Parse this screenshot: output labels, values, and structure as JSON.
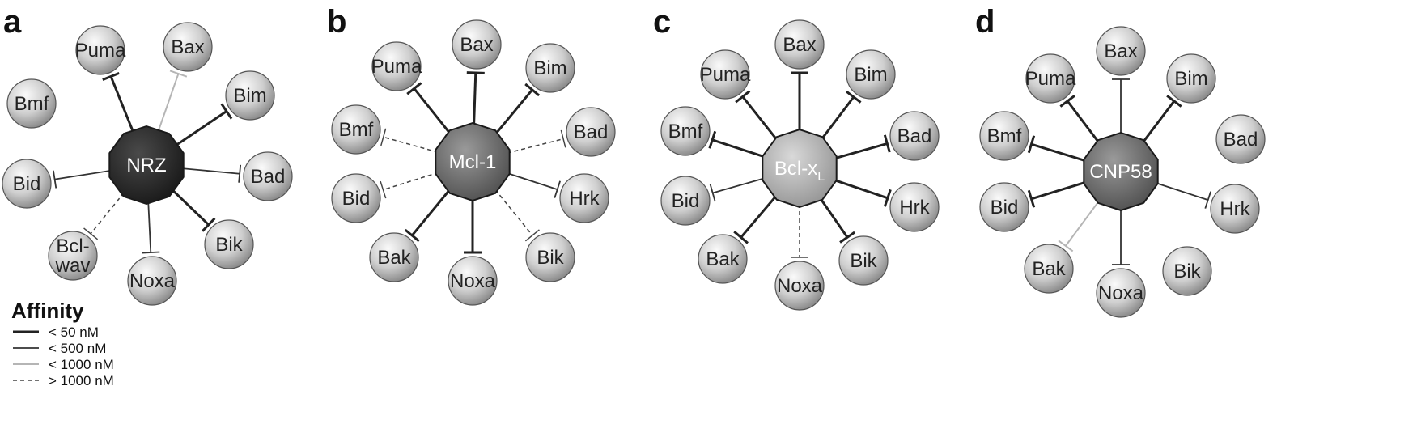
{
  "legend": {
    "title": "Affinity",
    "items": [
      {
        "style": "strong",
        "label": "< 50 nM"
      },
      {
        "style": "medium",
        "label": "< 500 nM"
      },
      {
        "style": "weak",
        "label": "< 1000 nM"
      },
      {
        "style": "dashed",
        "label": "> 1000 nM"
      }
    ]
  },
  "colors": {
    "strong": "#222222",
    "medium": "#333333",
    "weak": "#b5b5b5",
    "dashed": "#444444"
  },
  "panels": [
    {
      "label": "a",
      "hub": {
        "name": "NRZ",
        "sub": "",
        "shade": "dark"
      },
      "nodes": [
        {
          "name": "Puma",
          "link": "strong"
        },
        {
          "name": "Bax",
          "link": "weak"
        },
        {
          "name": "Bim",
          "link": "strong"
        },
        {
          "name": "Bad",
          "link": "medium"
        },
        {
          "name": "Bik",
          "link": "strong"
        },
        {
          "name": "Noxa",
          "link": "medium"
        },
        {
          "name": "Bcl-",
          "name2": "wav",
          "link": "dashed"
        },
        {
          "name": "Bid",
          "link": "medium"
        },
        {
          "name": "Bmf",
          "link": "none"
        }
      ]
    },
    {
      "label": "b",
      "hub": {
        "name": "Mcl-1",
        "sub": "",
        "shade": "mid"
      },
      "nodes": [
        {
          "name": "Bax",
          "link": "strong"
        },
        {
          "name": "Bim",
          "link": "strong"
        },
        {
          "name": "Bad",
          "link": "dashed"
        },
        {
          "name": "Hrk",
          "link": "medium"
        },
        {
          "name": "Bik",
          "link": "dashed"
        },
        {
          "name": "Noxa",
          "link": "strong"
        },
        {
          "name": "Bak",
          "link": "strong"
        },
        {
          "name": "Bid",
          "link": "dashed"
        },
        {
          "name": "Bmf",
          "link": "dashed"
        },
        {
          "name": "Puma",
          "link": "strong"
        }
      ]
    },
    {
      "label": "c",
      "hub": {
        "name": "Bcl-x",
        "sub": "L",
        "shade": "light"
      },
      "nodes": [
        {
          "name": "Bax",
          "link": "strong"
        },
        {
          "name": "Bim",
          "link": "strong"
        },
        {
          "name": "Bad",
          "link": "strong"
        },
        {
          "name": "Hrk",
          "link": "strong"
        },
        {
          "name": "Bik",
          "link": "strong"
        },
        {
          "name": "Noxa",
          "link": "dashed"
        },
        {
          "name": "Bak",
          "link": "strong"
        },
        {
          "name": "Bid",
          "link": "medium"
        },
        {
          "name": "Bmf",
          "link": "strong"
        },
        {
          "name": "Puma",
          "link": "strong"
        }
      ]
    },
    {
      "label": "d",
      "hub": {
        "name": "CNP58",
        "sub": "",
        "shade": "mid"
      },
      "nodes": [
        {
          "name": "Bax",
          "link": "medium"
        },
        {
          "name": "Bim",
          "link": "strong"
        },
        {
          "name": "Bad",
          "link": "none"
        },
        {
          "name": "Hrk",
          "link": "medium"
        },
        {
          "name": "Bik",
          "link": "none"
        },
        {
          "name": "Noxa",
          "link": "medium"
        },
        {
          "name": "Bak",
          "link": "weak"
        },
        {
          "name": "Bid",
          "link": "strong"
        },
        {
          "name": "Bmf",
          "link": "strong"
        },
        {
          "name": "Puma",
          "link": "strong"
        }
      ]
    }
  ]
}
